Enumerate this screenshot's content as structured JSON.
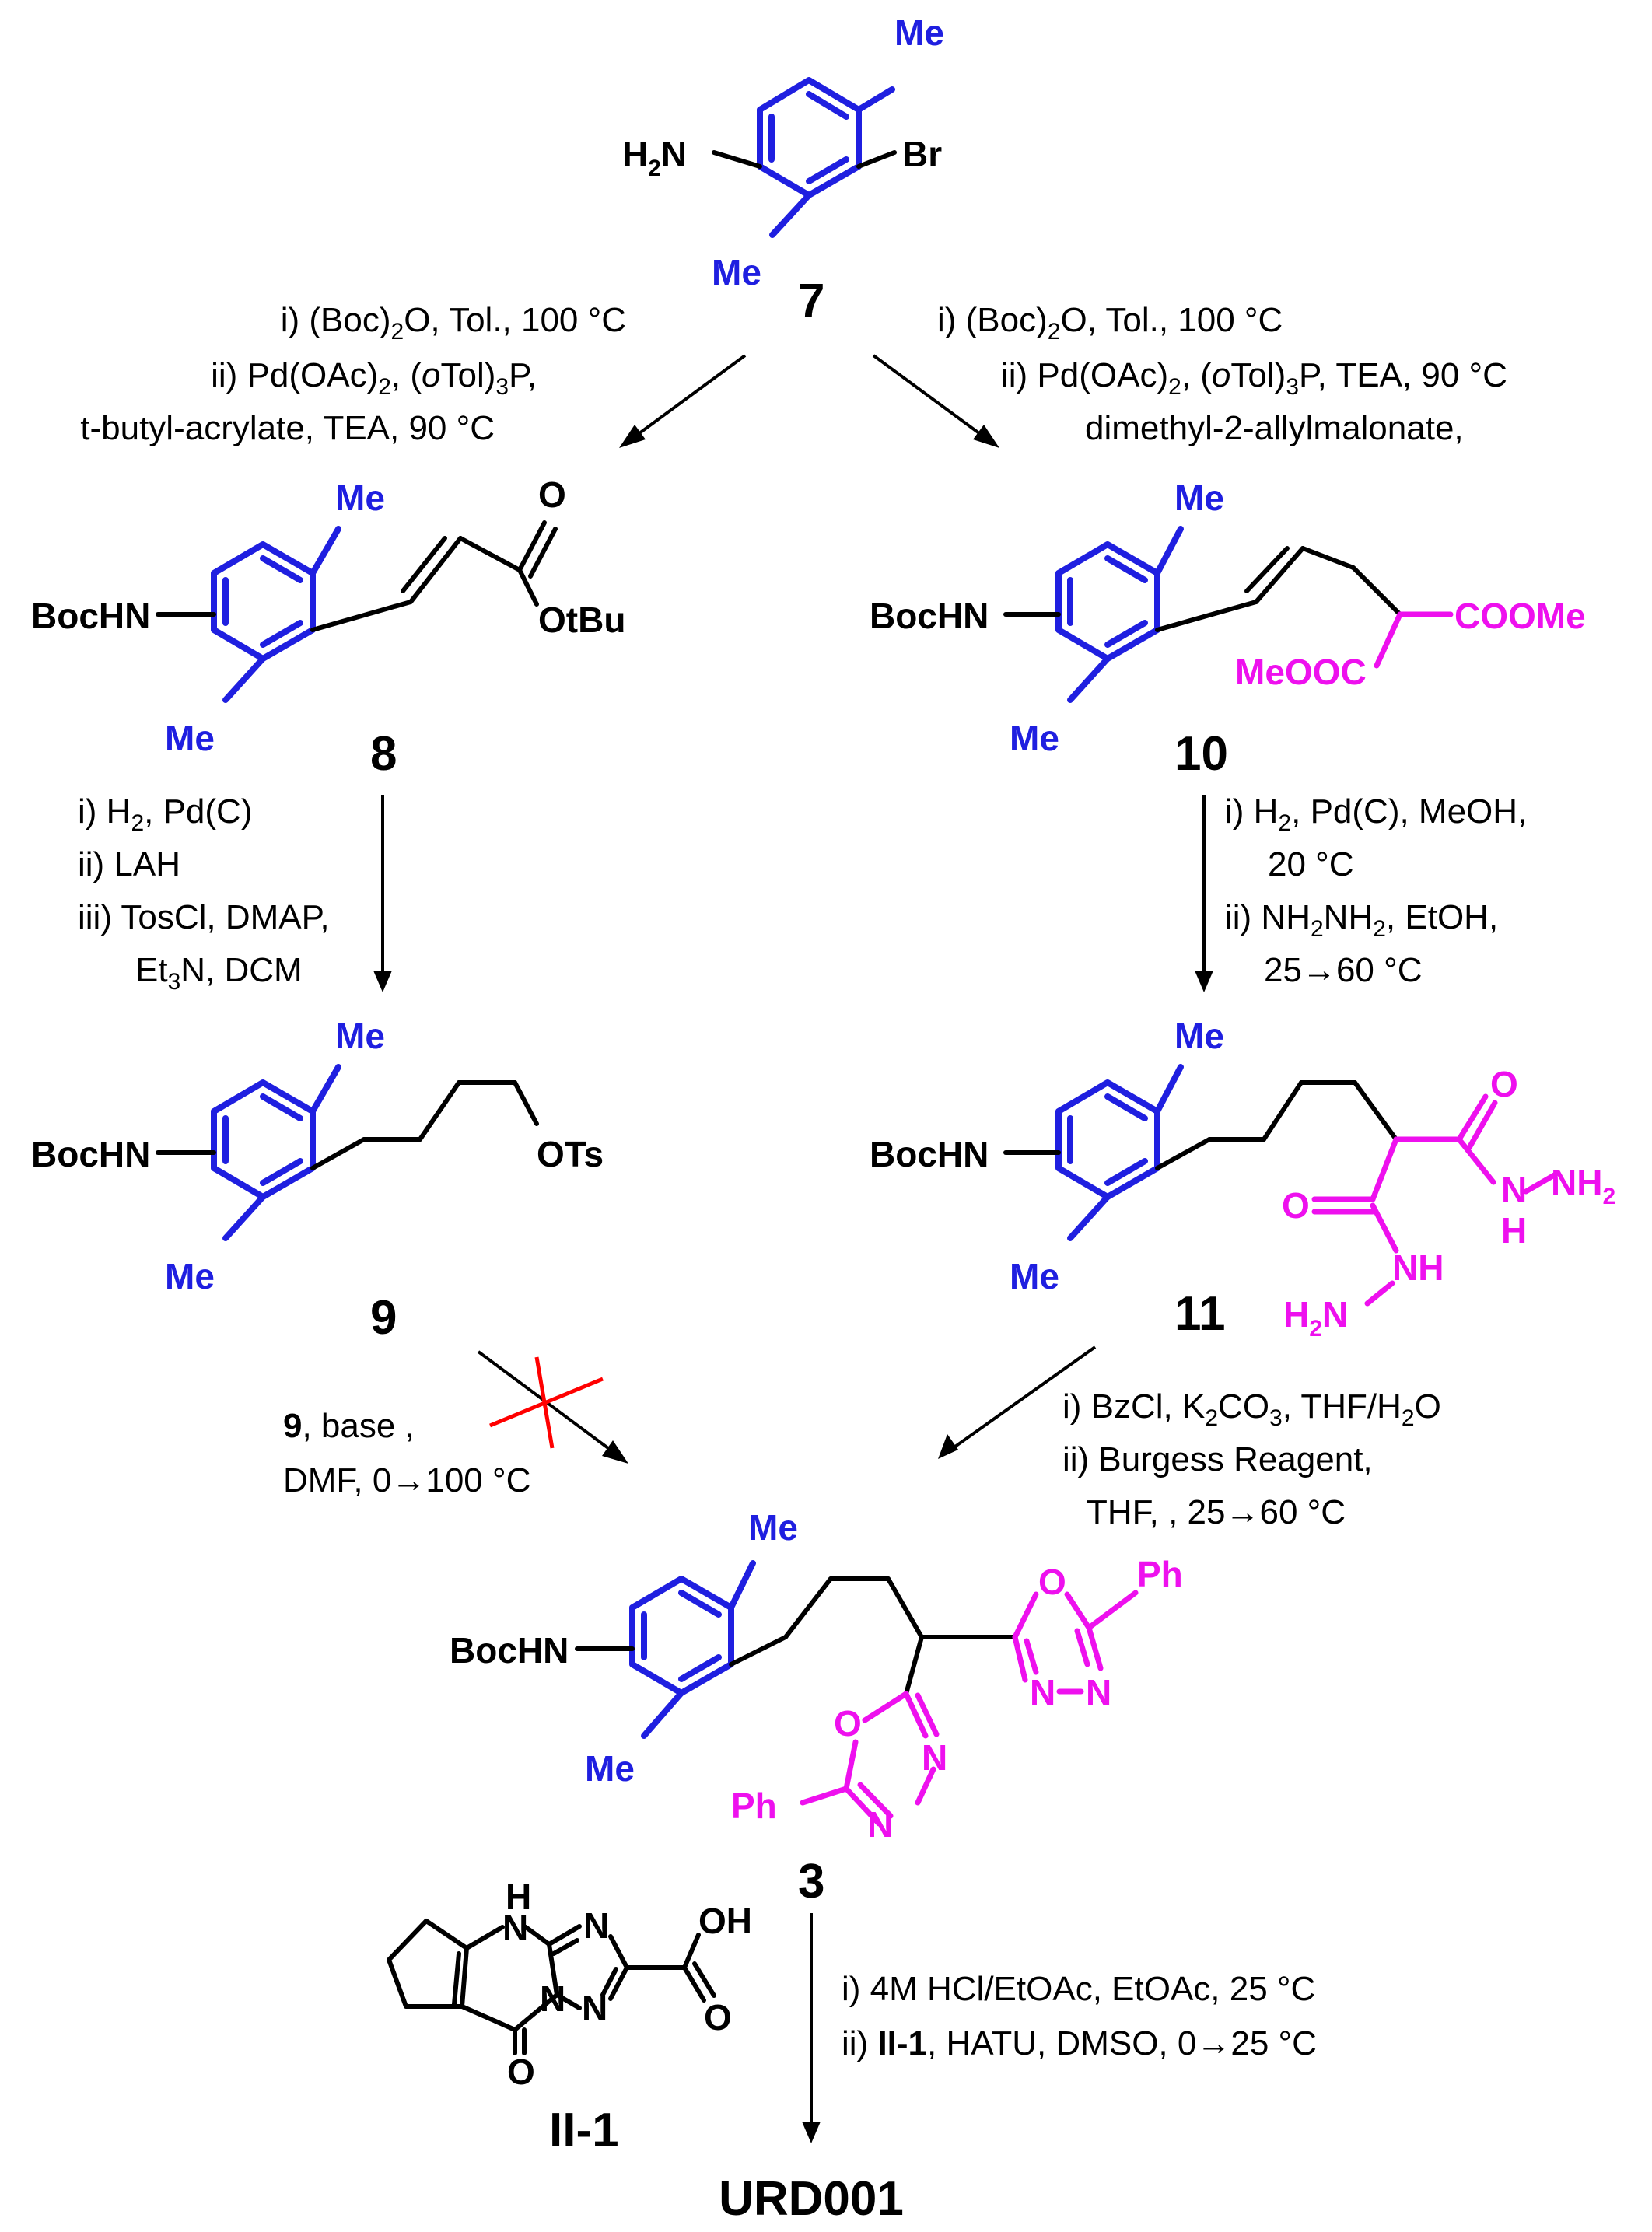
{
  "compounds": {
    "c7": {
      "label": "7",
      "nh2": "H",
      "nh2_sub": "2",
      "nh2_n": "N",
      "br": "Br",
      "me_top": "Me",
      "me_bot": "Me"
    },
    "c8": {
      "label": "8",
      "bochn": "BocHN",
      "me_top": "Me",
      "me_bot": "Me",
      "o": "O",
      "otbu": "OtBu"
    },
    "c10": {
      "label": "10",
      "bochn": "BocHN",
      "me_top": "Me",
      "me_bot": "Me",
      "coome": "COOMe",
      "meooc": "MeOOC"
    },
    "c9": {
      "label": "9",
      "bochn": "BocHN",
      "me_top": "Me",
      "me_bot": "Me",
      "ots": "OTs"
    },
    "c11": {
      "label": "11",
      "bochn": "BocHN",
      "me_top": "Me",
      "me_bot": "Me",
      "o1": "O",
      "o2": "O",
      "nh_a": "N",
      "h_a": "H",
      "nh2_a": "NH",
      "nh2_a_sub": "2",
      "nh_b": "NH",
      "h2n_b": "H",
      "h2n_b_sub": "2",
      "h2n_b_n": "N"
    },
    "c3": {
      "label": "3",
      "bochn": "BocHN",
      "me_top": "Me",
      "me_bot": "Me",
      "o_ring1": "O",
      "ph1": "Ph",
      "n1a": "N",
      "n1b": "N",
      "o_ring2": "O",
      "ph2": "Ph",
      "n2a": "N",
      "n2b": "N"
    },
    "cII1": {
      "label": "II-1",
      "h": "H",
      "n1": "N",
      "n2": "N",
      "n3": "N",
      "n4": "N",
      "oh": "OH",
      "o_acid": "O",
      "o_keto": "O"
    },
    "final": {
      "label": "URD001"
    }
  },
  "conditions": {
    "to8": {
      "l1a": "i) (Boc)",
      "l1s": "2",
      "l1b": "O, Tol., 100 °C",
      "l2a": "ii) Pd(OAc)",
      "l2s": "2",
      "l2b": ", (",
      "l2i": "o",
      "l2c": "Tol)",
      "l2s2": "3",
      "l2d": "P,",
      "l3": "t-butyl-acrylate, TEA, 90 °C"
    },
    "to10": {
      "l1a": "i) (Boc)",
      "l1s": "2",
      "l1b": "O, Tol., 100 °C",
      "l2a": "ii) Pd(OAc)",
      "l2s": "2",
      "l2b": ", (",
      "l2i": "o",
      "l2c": "Tol)",
      "l2s2": "3",
      "l2d": "P, TEA, 90 °C",
      "l3": "dimethyl-2-allylmalonate,"
    },
    "to9": {
      "l1a": "i) H",
      "l1s": "2",
      "l1b": ", Pd(C)",
      "l2": "ii) LAH",
      "l3": "iii) TosCl, DMAP,",
      "l4a": "Et",
      "l4s": "3",
      "l4b": "N, DCM"
    },
    "to11": {
      "l1a": "i) H",
      "l1s": "2",
      "l1b": ", Pd(C), MeOH,",
      "l2": "20 °C",
      "l3a": "ii) NH",
      "l3s": "2",
      "l3b": "NH",
      "l3s2": "2",
      "l3c": ", EtOH,",
      "l4": "25→60 °C"
    },
    "fail9": {
      "l1a": "9",
      "l1b": ", base ,",
      "l2": "DMF, 0→100 °C"
    },
    "to3": {
      "l1a": "i) BzCl, K",
      "l1s": "2",
      "l1b": "CO",
      "l1s2": "3",
      "l1c": ", THF/H",
      "l1s3": "2",
      "l1d": "O",
      "l2": "ii) Burgess Reagent,",
      "l3": "THF, , 25→60 °C"
    },
    "toFinal": {
      "l1": "i) 4M HCl/EtOAc, EtOAc, 25 °C",
      "l2a": "ii) ",
      "l2b": "II-1",
      "l2c": ", HATU, DMSO, 0→25 °C"
    }
  },
  "colors": {
    "aryl": "#1f1fe0",
    "highlight": "#ee10ee",
    "failed": "#ff0000"
  }
}
